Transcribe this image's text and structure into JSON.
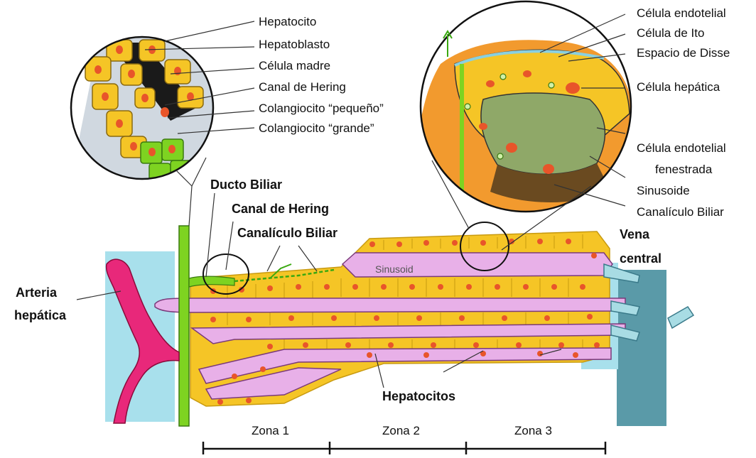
{
  "diagram": {
    "left_inset_labels": {
      "hepatocito": "Hepatocito",
      "hepatoblasto": "Hepatoblasto",
      "celula_madre": "Célula madre",
      "canal_hering": "Canal de Hering",
      "colangiocito_pequeno": "Colangiocito “pequeño”",
      "colangiocito_grande": "Colangiocito “grande”"
    },
    "right_inset_labels": {
      "celula_endotelial": "Célula endotelial",
      "celula_ito": "Célula de Ito",
      "espacio_disse": "Espacio de Disse",
      "celula_hepatica": "Célula hepática",
      "celula_endotelial_fenestrada_1": "Célula endotelial",
      "celula_endotelial_fenestrada_2": "fenestrada",
      "sinusoide": "Sinusoide",
      "canaliculo_biliar": "Canalículo Biliar"
    },
    "main_labels": {
      "ducto_biliar": "Ducto Biliar",
      "canal_hering": "Canal de Hering",
      "canaliculo_biliar": "Canalículo Biliar",
      "arteria_1": "Arteria",
      "arteria_2": "hepática",
      "vena_1": "Vena",
      "vena_2": "central",
      "hepatocitos": "Hepatocitos",
      "sinusoid": "Sinusoid"
    },
    "zones": [
      "Zona 1",
      "Zona 2",
      "Zona 3"
    ],
    "colors": {
      "hepatocyte": "#f5c526",
      "hepatocyte_nucleus": "#e8552a",
      "sinusoid": "#e8b0e8",
      "artery": "#e8287a",
      "bile_duct": "#7ed321",
      "vein": "#5a9aa8",
      "portal_space": "#a8e0ec",
      "disse": "#8fa868",
      "inset_bg_right": "#f29a2e"
    }
  }
}
